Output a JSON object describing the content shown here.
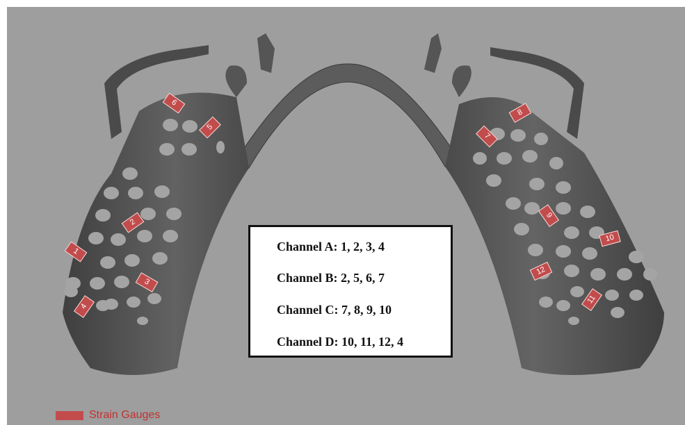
{
  "colors": {
    "background": "#9e9e9e",
    "frame": "#5a5a5a",
    "gauge_fill": "#c24c4c",
    "legend_text": "#c23030"
  },
  "gauges": [
    "1",
    "2",
    "3",
    "4",
    "5",
    "6",
    "7",
    "8",
    "9",
    "10",
    "11",
    "12"
  ],
  "channels": [
    "Channel A: 1, 2, 3, 4",
    "Channel B: 2, 5, 6, 7",
    "Channel C: 7, 8, 9, 10",
    "Channel D: 10, 11, 12, 4"
  ],
  "legend": {
    "label": "Strain Gauges"
  }
}
